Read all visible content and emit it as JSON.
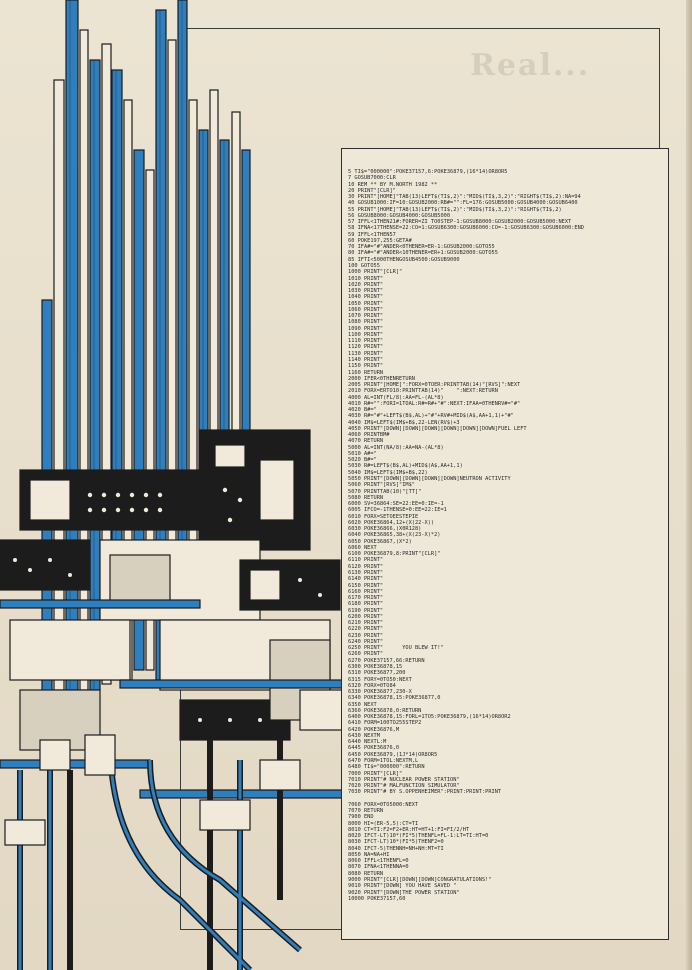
{
  "header_ghost_text": "Real...",
  "listing": [
    "5 TI$=\"000000\":POKE37157,6:POKE36879,(16*14)OR8OR5",
    "7 GOSUB7000:CLR",
    "10 REM ** BY M.NORTH 1982 **",
    "20 PRINT\"[CLR]\"",
    "30 PRINT\"[HOME]\"TAB(13)LEFT$(TI$,2)\":\"MID$(TI$,3,2)\":\"RIGHT$(TI$,2):NA=94",
    "40 GOSUB1000:IF=10:GOSUB2000:RB#=\"\":FL=176:GOSUB5000:GOSUB4000:GOSUB6400",
    "55 PRINT\"[HOME]\"TAB(13)LEFT$(TI$,2)\":\"MID$(TI$,3,2)\":\"RIGHT$(TI$,2)",
    "56 GOSUB8000:GOSUB4000:GOSUB5000",
    "57 IFFL<1THEN21#:FORER=ZI TO0STEP-1:GOSUB8000:GOSUB2000:GOSUB5000:NEXT",
    "58 IFNA<17THENSE=22:CO=1:GOSUB6300:GOSUB6000:CO=-1:GOSUB6300:GOSUB6000:END",
    "59 IFFL<1THEN57",
    "60 POKE197,255:GETA#",
    "70 IFA#=\"#\"ANDER<0THENER=ER-1:GOSUB2000:GOTO55",
    "80 IFA#=\"#\"ANDER<10THENER=ER+1:GOSUB2000:GOTO55",
    "85 IFTI<5000THENGOSUB4500:GOSUB9000",
    "100 GOTO55",
    "1000 PRINT\"[CLR]\"",
    "1010 PRINT\"",
    "1020 PRINT\"",
    "1030 PRINT\"",
    "1040 PRINT\"",
    "1050 PRINT\"",
    "1060 PRINT\"",
    "1070 PRINT\"",
    "1080 PRINT\"",
    "1090 PRINT\"",
    "1100 PRINT\"",
    "1110 PRINT\"",
    "1120 PRINT\"",
    "1130 PRINT\"",
    "1140 PRINT\"",
    "1150 PRINT\"",
    "1160 RETURN",
    "2000 IFER<0THENRETURN",
    "2005 PRINT\"[HOME]\":FORX=0TOER:PRINTTAB(14)\"[RVS]\":NEXT",
    "2010 FORX=ERTO10:PRINTTAB(14)\"    \":NEXT:RETURN",
    "4000 AL=INT(FL/8):AA=FL-(AL*8)",
    "4010 R#=\"\":FORI=1TOAL:R#=R#+\"#\":NEXT:IFAA=0THENRV#=\"#\"",
    "4020 B#=\"",
    "4030 R#=\"#\"+LEFT$(B$,AL)+\"#\"+RV#+MID$(A$,AA+1,1)+\"#\"",
    "4040 IM$=LEFT$(IM$+B$,22-LEN(RV$)+3",
    "4050 PRINT\"[DOWN][DOWN][DOWN][DOWN][DOWN][DOWN]FUEL LEFT",
    "4060 PRINTBM#",
    "4070 RETURN",
    "5000 AL=INT(NA/8):AA=NA-(AL*8)",
    "5010 A#=\"",
    "5020 B#=\"",
    "5030 R#=LEFT$(B$,AL)+MID$(A$,AA+1,1)",
    "5040 IM$=LEFT$(IM$+B$,22)",
    "5050 PRINT\"[DOWN][DOWN][DOWN][DOWN]NEUTRON ACTIVITY",
    "5060 PRINT\"[RVS]\"IM$\"",
    "5070 PRINTTAB(10)\"[TT]\"",
    "5080 RETURN",
    "6000 SV=36864:SE=22:EE=0:IE=-1",
    "6005 IFCO=-1THENSE=0:EE=22:IE=1",
    "6010 FORX=SETOEESTEPIE",
    "6020 POKE36864,12+(X(22-X))",
    "6030 POKE36866,(X0R128)",
    "6040 POKE36865,38+(X(23-X)*2)",
    "6050 POKE36867,(X*2)",
    "6060 NEXT",
    "6100 POKE36879,8:PRINT\"[CLR]\"",
    "6110 PRINT\"",
    "6120 PRINT\"",
    "6130 PRINT\"",
    "6140 PRINT\"",
    "6150 PRINT\"",
    "6160 PRINT\"",
    "6170 PRINT\"",
    "6180 PRINT\"",
    "6190 PRINT\"",
    "6200 PRINT\"",
    "6210 PRINT\"",
    "6220 PRINT\"",
    "6230 PRINT\"",
    "6240 PRINT\"",
    "6250 PRINT\"      YOU BLEW IT!\"",
    "6260 PRINT\"",
    "6270 POKE37157,66:RETURN",
    "6300 POKE36878,15",
    "6310 POKE36877,200",
    "6315 FORY=0TO50:NEXT",
    "6320 FORX=0TO84",
    "6330 POKE36877,230-X",
    "6340 POKE36878,15:POKE36877,0",
    "6350 NEXT",
    "6360 POKE36878,0:RETURN",
    "6400 POKE36878,15:FORL=1TO5:POKE36879,(16*14)OR8OR2",
    "6410 FORM=100TO255STEP2",
    "6420 POKE36876,M",
    "6430 NEXTM",
    "6440 NEXTL:M",
    "6445 POKE36876,0",
    "6450 POKE36879,(1J*14)OR8OR5",
    "6470 FORM=1TOL:NEXTM,L",
    "6480 TI$=\"000000\":RETURN",
    "7000 PRINT\"[CLR]\"",
    "7010 PRINT\"# NUCLEAR POWER STATION\"",
    "7020 PRINT\"# MALFUNCTION SIMULATOR\"",
    "7030 PRINT\"# BY S.OPPENHEIMER\":PRINT:PRINT:PRINT",
    "",
    "7060 FORX=0TO5000:NEXT",
    "7070 RETURN",
    "7900 END",
    "8000 HI=(ER-5,5):CT=TI",
    "8010 CT=TI:F2=F2+ER:HT=HT+1:FI=FI/2/HT",
    "8020 IFCT-LT)10*(FI*5)THENFL=FL-1:LT=TI:HT=0",
    "8030 IFCT-LT)10*(FI*5)THENF2=0",
    "8040 IFCT-5)THENNH=NH+NH:MT=TI",
    "8050 NA=NA+HI",
    "8060 IFFL<1THENFL=0",
    "8070 IFNA<1THENNA=0",
    "8080 RETURN",
    "9000 PRINT\"[CLR][DOWN][DOWN]CONGRATULATIONS!\"",
    "9010 PRINT\"[DOWN] YOU HAVE SAVED \"",
    "9020 PRINT\"[DOWN]THE POWER STATION\"",
    "10000 POKE37157,60"
  ],
  "colors": {
    "paper": "#e9e1cf",
    "ink": "#1c1c1c",
    "accent_blue": "#2f7fbf"
  }
}
